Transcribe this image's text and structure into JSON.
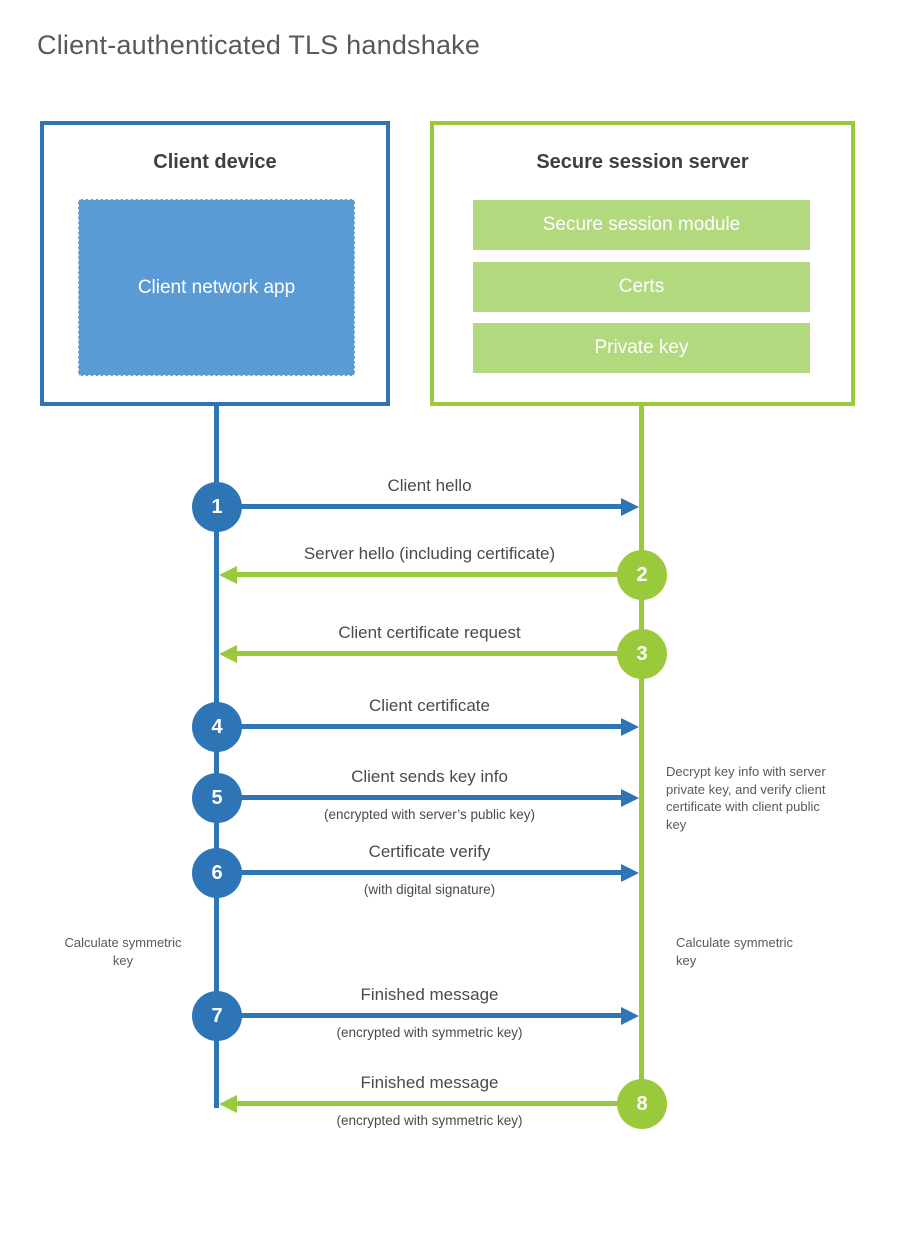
{
  "title": "Client-authenticated TLS handshake",
  "colors": {
    "blue": "#2e75b6",
    "blue_light": "#5b9bd5",
    "green": "#9aca3c",
    "green_light": "#b2d97e",
    "heading_text": "#3f3f3f",
    "body_text": "#4a4a4a",
    "title_text": "#58595b"
  },
  "client_box": {
    "title": "Client device",
    "app_label": "Client network app"
  },
  "server_box": {
    "title": "Secure session server",
    "modules": [
      "Secure session module",
      "Certs",
      "Private key"
    ]
  },
  "steps": [
    {
      "number": "1",
      "label": "Client hello",
      "from": "client",
      "to": "server"
    },
    {
      "number": "2",
      "label": "Server hello (including certificate)",
      "from": "server",
      "to": "client"
    },
    {
      "number": "3",
      "label": "Client certificate request",
      "from": "server",
      "to": "client"
    },
    {
      "number": "4",
      "label": "Client certificate",
      "from": "client",
      "to": "server"
    },
    {
      "number": "5",
      "label": "Client sends key info",
      "sublabel": "(encrypted with server’s public key)",
      "from": "client",
      "to": "server"
    },
    {
      "number": "6",
      "label": "Certificate verify",
      "sublabel": "(with digital signature)",
      "from": "client",
      "to": "server"
    },
    {
      "number": "7",
      "label": "Finished message",
      "sublabel": "(encrypted with symmetric key)",
      "from": "client",
      "to": "server"
    },
    {
      "number": "8",
      "label": "Finished message",
      "sublabel": "(encrypted with symmetric key)",
      "from": "server",
      "to": "client"
    }
  ],
  "notes": {
    "decrypt": "Decrypt key info with server private key, and verify client certificate with client public key",
    "calculate_client": "Calculate symmetric key",
    "calculate_server": "Calculate symmetric key"
  }
}
